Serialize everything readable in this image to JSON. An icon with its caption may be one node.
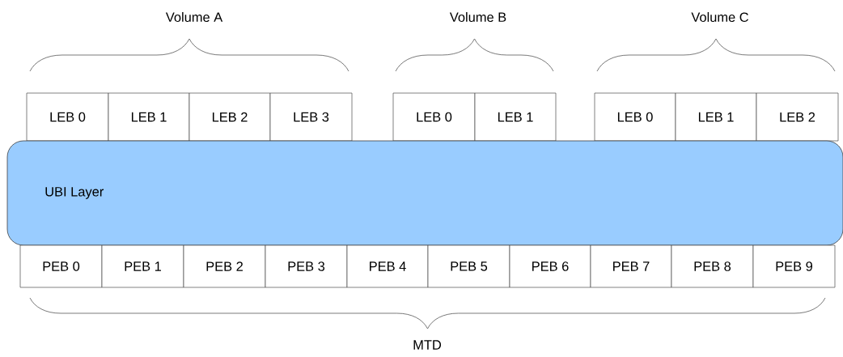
{
  "diagram": {
    "nodes": [
      {
        "text": [
          "LEB 0"
        ]
      },
      {
        "text": [
          "LEB 1"
        ]
      },
      {
        "text": [
          "LEB 2"
        ]
      },
      {
        "text": [
          "LEB 3"
        ]
      },
      {
        "text": [
          "LEB 0"
        ]
      },
      {
        "text": [
          "LEB 1"
        ]
      },
      {
        "text": [
          "LEB 0"
        ]
      },
      {
        "text": [
          "LEB 1"
        ]
      },
      {
        "text": [
          "LEB 2"
        ]
      },
      {
        "text": [
          "UBI Layer"
        ]
      },
      {
        "text": [
          "PEB 0"
        ]
      },
      {
        "text": [
          "PEB 1"
        ]
      },
      {
        "text": [
          "PEB 2"
        ]
      },
      {
        "text": [
          "PEB 3"
        ]
      },
      {
        "text": [
          "PEB 4"
        ]
      },
      {
        "text": [
          "PEB 5"
        ]
      },
      {
        "text": [
          "PEB 6"
        ]
      },
      {
        "text": [
          "PEB 7"
        ]
      },
      {
        "text": [
          "PEB 8"
        ]
      },
      {
        "text": [
          "PEB 9"
        ]
      }
    ],
    "labels": [
      "Volume A",
      "Volume B",
      "Volume C",
      "MTD"
    ]
  }
}
